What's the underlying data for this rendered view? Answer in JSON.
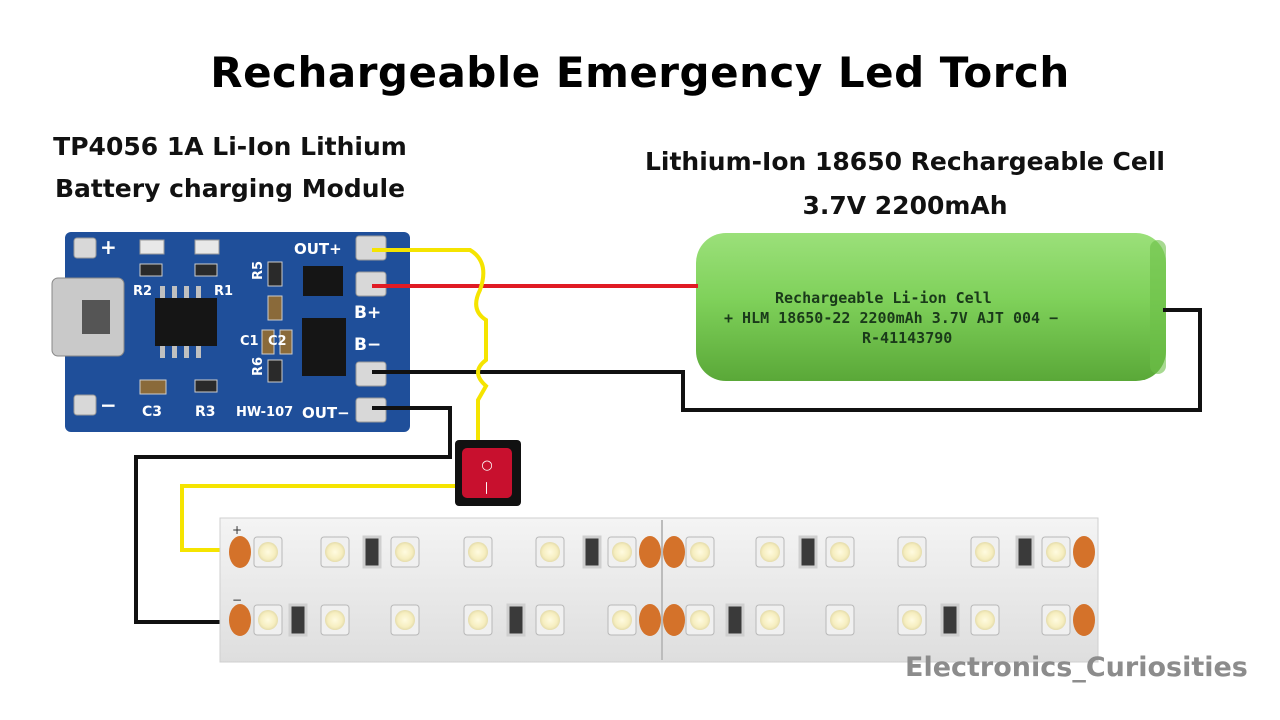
{
  "title": "Rechargeable Emergency Led Torch",
  "module": {
    "caption_line1": "TP4056 1A Li-Ion Lithium",
    "caption_line2": "Battery charging Module",
    "silk": {
      "plus": "+",
      "minus": "−",
      "out_plus": "OUT+",
      "b_plus": "B+",
      "b_minus": "B−",
      "out_minus": "OUT−",
      "r1": "R1",
      "r2": "R2",
      "r3": "R3",
      "r5": "R5",
      "r6": "R6",
      "c1": "C1",
      "c2": "C2",
      "c3": "C3",
      "model": "HW-107"
    },
    "board_color": "#1f4f9a"
  },
  "battery": {
    "caption_line1": "Lithium-Ion 18650 Rechargeable Cell",
    "caption_line2": "3.7V 2200mAh",
    "label_line1": "Rechargeable  Li-ion  Cell",
    "label_line2": "+ HLM 18650-22 2200mAh 3.7V AJT 004 −",
    "label_line3": "R-41143790",
    "body_color": "#7fd15a"
  },
  "switch": {
    "on_mark": "—",
    "off_mark": "○",
    "color": "#c8102e"
  },
  "led_strip": {
    "plus_mark": "+",
    "minus_mark": "−"
  },
  "wires": {
    "red": "#e01b24",
    "black": "#111111",
    "yellow": "#f5e400"
  },
  "watermark": "Electronics_Curiosities"
}
